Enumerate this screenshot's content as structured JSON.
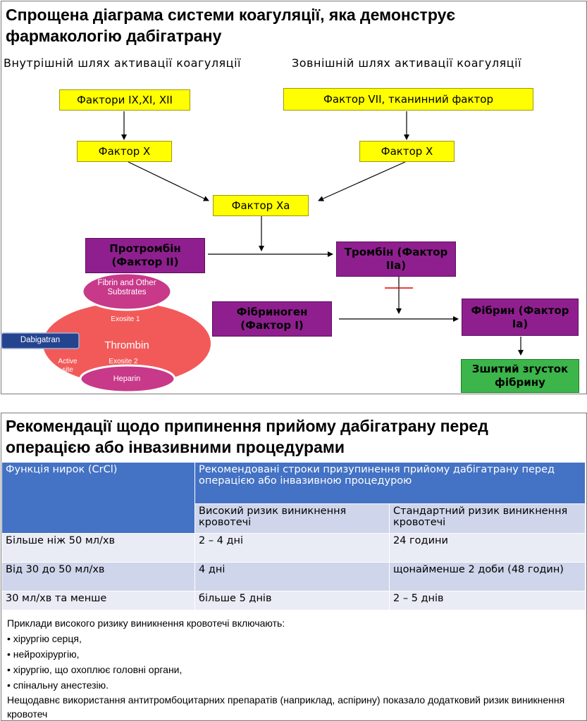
{
  "diagram": {
    "title": "Спрощена діаграма системи коагуляції, яка демонструє фармакологію дабігатрану",
    "intrinsic_label": "Внутрішній шлях активації коагуляції",
    "extrinsic_label": "Зовнішній шлях активації коагуляції",
    "boxes": {
      "factors_ix_xi_xii": "Фактори IX,XI, XII",
      "factor_vii": "Фактор VII, тканинний фактор",
      "factor_x_left": "Фактор X",
      "factor_x_right": "Фактор X",
      "factor_xa": "Фактор Xa",
      "prothrombin": "Протромбін (Фактор II)",
      "thrombin": "Тромбін (Фактор IIa)",
      "fibrinogen": "Фібриноген (Фактор I)",
      "fibrin": "Фібрин (Фактор Ia)",
      "clot": "Зшитий згусток фібрину"
    },
    "colors": {
      "factor_box": "#ffff00",
      "product_box": "#8f1f8f",
      "clot_box": "#3cb54a",
      "inhibition": "#e00000"
    },
    "thrombin_figure": {
      "substrates": "Fibrin and Other Substrates",
      "exosite1": "Exosite 1",
      "thrombin": "Thrombin",
      "active_site": "Active site",
      "exosite2": "Exosite 2",
      "heparin": "Heparin",
      "dabigatran": "Dabigatran",
      "colors": {
        "thrombin": "#f25a5a",
        "substrate": "#c8398a",
        "dabigatran": "#24448f"
      }
    }
  },
  "recommendations": {
    "title": "Рекомендації щодо припинення прийому дабігатрану перед операцією або інвазивними процедурами",
    "table": {
      "col_renal": "Функція нирок (CrCl)",
      "col_timing": "Рекомендовані строки призупинення прийому дабігатрану перед операцією або інвазивною процедурою",
      "col_high": "Високий ризик виникнення кровотечі",
      "col_standard": "Стандартний ризик виникнення кровотечі",
      "rows": [
        {
          "renal": "Більше ніж 50 мл/хв",
          "high": "2 – 4 дні",
          "standard": "24 години"
        },
        {
          "renal": "Від 30 до 50 мл/хв",
          "high": "4 дні",
          "standard": "щонайменше 2 доби (48 годин)"
        },
        {
          "renal": "30 мл/хв та менше",
          "high": "більше 5 днів",
          "standard": "2 – 5 днів"
        }
      ]
    },
    "notes": {
      "intro": "Приклади високого ризику виникнення кровотечі включають:",
      "items": [
        "• хірургію серця,",
        "• нейрохірургію,",
        "• хірургію, що охоплює головні органи,",
        "• спінальну анестезію."
      ],
      "footer": "Нещодавнє використання антитромбоцитарних препаратів (наприклад, аспірину) показало додатковий ризик виникнення кровотеч"
    }
  }
}
